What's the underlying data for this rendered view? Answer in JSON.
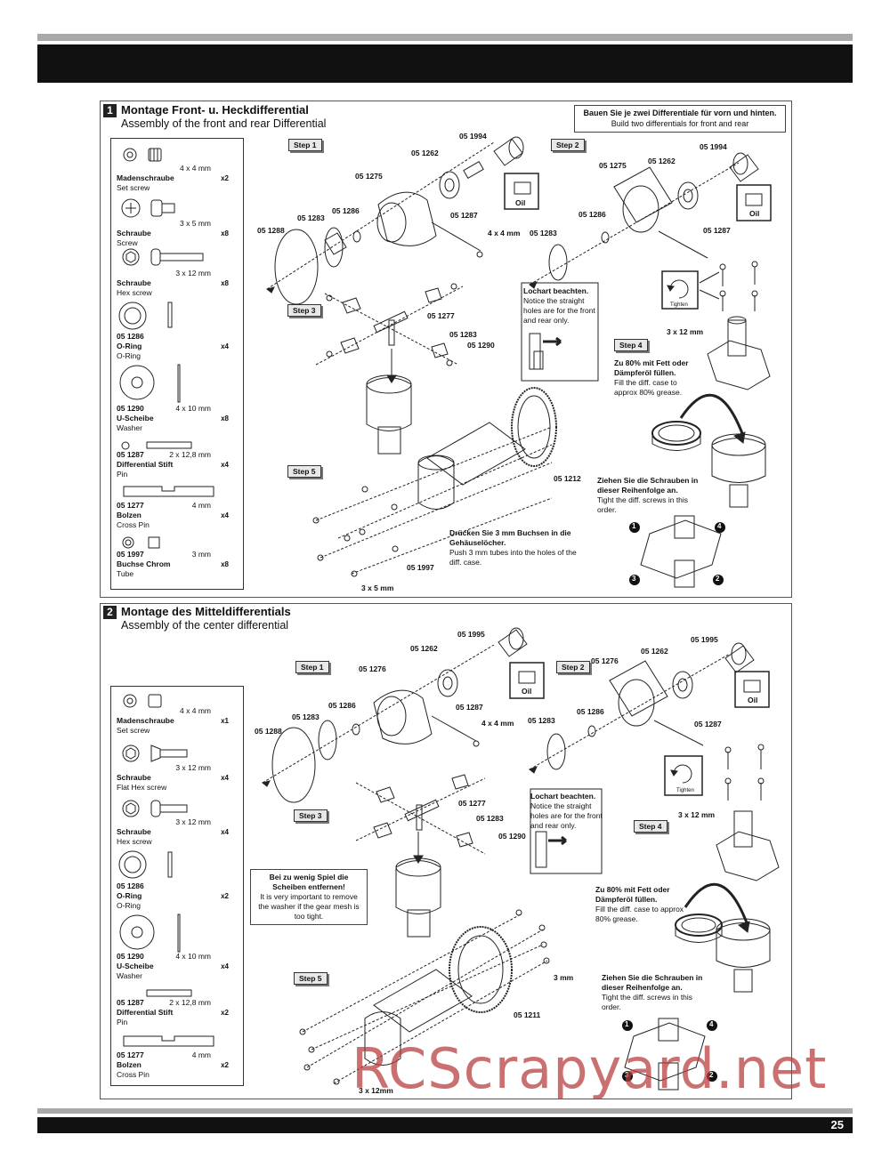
{
  "page": {
    "number": "25",
    "watermark": "RCScrapyard.net"
  },
  "section1": {
    "number": "1",
    "title": "Montage Front- u. Heckdifferential",
    "subtitle": "Assembly of the front and rear Differential",
    "note_de": "Bauen Sie je zwei Differentiale für vorn und hinten.",
    "note_en": "Build two differentials for front and rear",
    "parts": [
      {
        "size": "4 x 4 mm",
        "num": "",
        "de": "Madenschraube",
        "en": "Set screw",
        "qty": "x2"
      },
      {
        "size": "3 x 5 mm",
        "num": "",
        "de": "Schraube",
        "en": "Screw",
        "qty": "x8"
      },
      {
        "size": "3 x 12 mm",
        "num": "",
        "de": "Schraube",
        "en": "Hex screw",
        "qty": "x8"
      },
      {
        "size": "",
        "num": "05 1286",
        "de": "O-Ring",
        "en": "O-Ring",
        "qty": "x4"
      },
      {
        "size": "4 x 10 mm",
        "num": "05 1290",
        "de": "U-Scheibe",
        "en": "Washer",
        "qty": "x8"
      },
      {
        "size": "2 x 12,8 mm",
        "num": "05 1287",
        "de": "Differential Stift",
        "en": "Pin",
        "qty": "x4"
      },
      {
        "size": "4 mm",
        "num": "05 1277",
        "de": "Bolzen",
        "en": "Cross Pin",
        "qty": "x4"
      },
      {
        "size": "3 mm",
        "num": "05 1997",
        "de": "Buchse Chrom",
        "en": "Tube",
        "qty": "x8"
      }
    ],
    "steps": [
      "Step 1",
      "Step 2",
      "Step 3",
      "Step 4",
      "Step 5"
    ],
    "labels": [
      "05 1994",
      "05 1262",
      "05 1275",
      "05 1286",
      "05 1283",
      "05 1288",
      "05 1287",
      "4 x 4 mm",
      "05 1994",
      "05 1275",
      "05 1262",
      "05 1286",
      "05 1283",
      "05 1287",
      "05 1277",
      "05 1283",
      "05 1290",
      "05 1212",
      "05 1997",
      "3 x 5 mm",
      "3 x 12 mm"
    ],
    "oil": "Oil",
    "tighten": "Tighten",
    "callout_hole_de": "Lochart beachten.",
    "callout_hole_en": "Notice the straight holes are for the front and rear only.",
    "callout_fill_de": "Zu 80% mit Fett oder Dämpferöl füllen.",
    "callout_fill_en": "Fill the diff. case to approx 80% grease.",
    "callout_screws_de": "Ziehen Sie die Schrauben in dieser Reihenfolge an.",
    "callout_screws_en": "Tight the diff. screws in this order.",
    "callout_tubes_de": "Drücken Sie 3 mm Buchsen in die Gehäuselöcher.",
    "callout_tubes_en": "Push 3 mm tubes into the holes of the diff. case.",
    "order": [
      "1",
      "2",
      "3",
      "4"
    ]
  },
  "section2": {
    "number": "2",
    "title": "Montage des Mitteldifferentials",
    "subtitle": "Assembly of the center differential",
    "parts": [
      {
        "size": "4 x 4 mm",
        "num": "",
        "de": "Madenschraube",
        "en": "Set screw",
        "qty": "x1"
      },
      {
        "size": "3 x 12 mm",
        "num": "",
        "de": "Schraube",
        "en": "Flat Hex screw",
        "qty": "x4"
      },
      {
        "size": "3 x 12 mm",
        "num": "",
        "de": "Schraube",
        "en": "Hex screw",
        "qty": "x4"
      },
      {
        "size": "",
        "num": "05 1286",
        "de": "O-Ring",
        "en": "O-Ring",
        "qty": "x2"
      },
      {
        "size": "4 x 10 mm",
        "num": "05 1290",
        "de": "U-Scheibe",
        "en": "Washer",
        "qty": "x4"
      },
      {
        "size": "2 x 12,8 mm",
        "num": "05 1287",
        "de": "Differential Stift",
        "en": "Pin",
        "qty": "x2"
      },
      {
        "size": "4 mm",
        "num": "05 1277",
        "de": "Bolzen",
        "en": "Cross Pin",
        "qty": "x2"
      }
    ],
    "steps": [
      "Step 1",
      "Step 2",
      "Step 3",
      "Step 4",
      "Step 5"
    ],
    "labels": [
      "05 1995",
      "05 1262",
      "05 1276",
      "05 1286",
      "05 1283",
      "05 1288",
      "05 1287",
      "4 x 4 mm",
      "05 1995",
      "05 1276",
      "05 1262",
      "05 1286",
      "05 1283",
      "05 1287",
      "05 1277",
      "05 1283",
      "05 1290",
      "05 1211",
      "3 mm",
      "3 x 12mm",
      "3 x 12 mm"
    ],
    "oil": "Oil",
    "tighten": "Tighten",
    "callout_hole_de": "Lochart beachten.",
    "callout_hole_en": "Notice the straight holes are for the front and rear only.",
    "callout_fill_de": "Zu 80% mit Fett oder Dämpferöl füllen.",
    "callout_fill_en": "Fill the diff. case to approx 80% grease.",
    "callout_screws_de": "Ziehen Sie die Schrauben in dieser Reihenfolge an.",
    "callout_screws_en": "Tight the diff. screws in this order.",
    "callout_shim_de": "Bei zu wenig Spiel die Scheiben entfernen!",
    "callout_shim_en": "It is very important to remove the washer if the gear mesh is too tight.",
    "order": [
      "1",
      "2",
      "3",
      "4"
    ]
  }
}
